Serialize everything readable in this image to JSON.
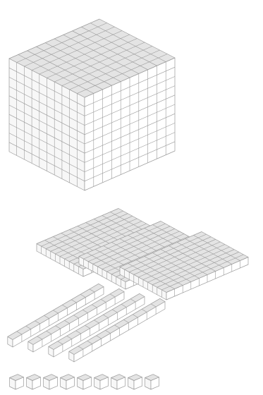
{
  "figure": {
    "groups": [
      {
        "kind": "cube",
        "size": 10,
        "count": 1
      },
      {
        "kind": "flat",
        "size": 10,
        "count": 3
      },
      {
        "kind": "long",
        "size": 10,
        "count": 4
      },
      {
        "kind": "unit",
        "size": 1,
        "count": 9
      }
    ],
    "colors": {
      "top": "#e4e4e4",
      "left": "#f7f7f7",
      "right": "#ffffff",
      "line": "#9a9a9a",
      "background": "#ffffff"
    }
  }
}
